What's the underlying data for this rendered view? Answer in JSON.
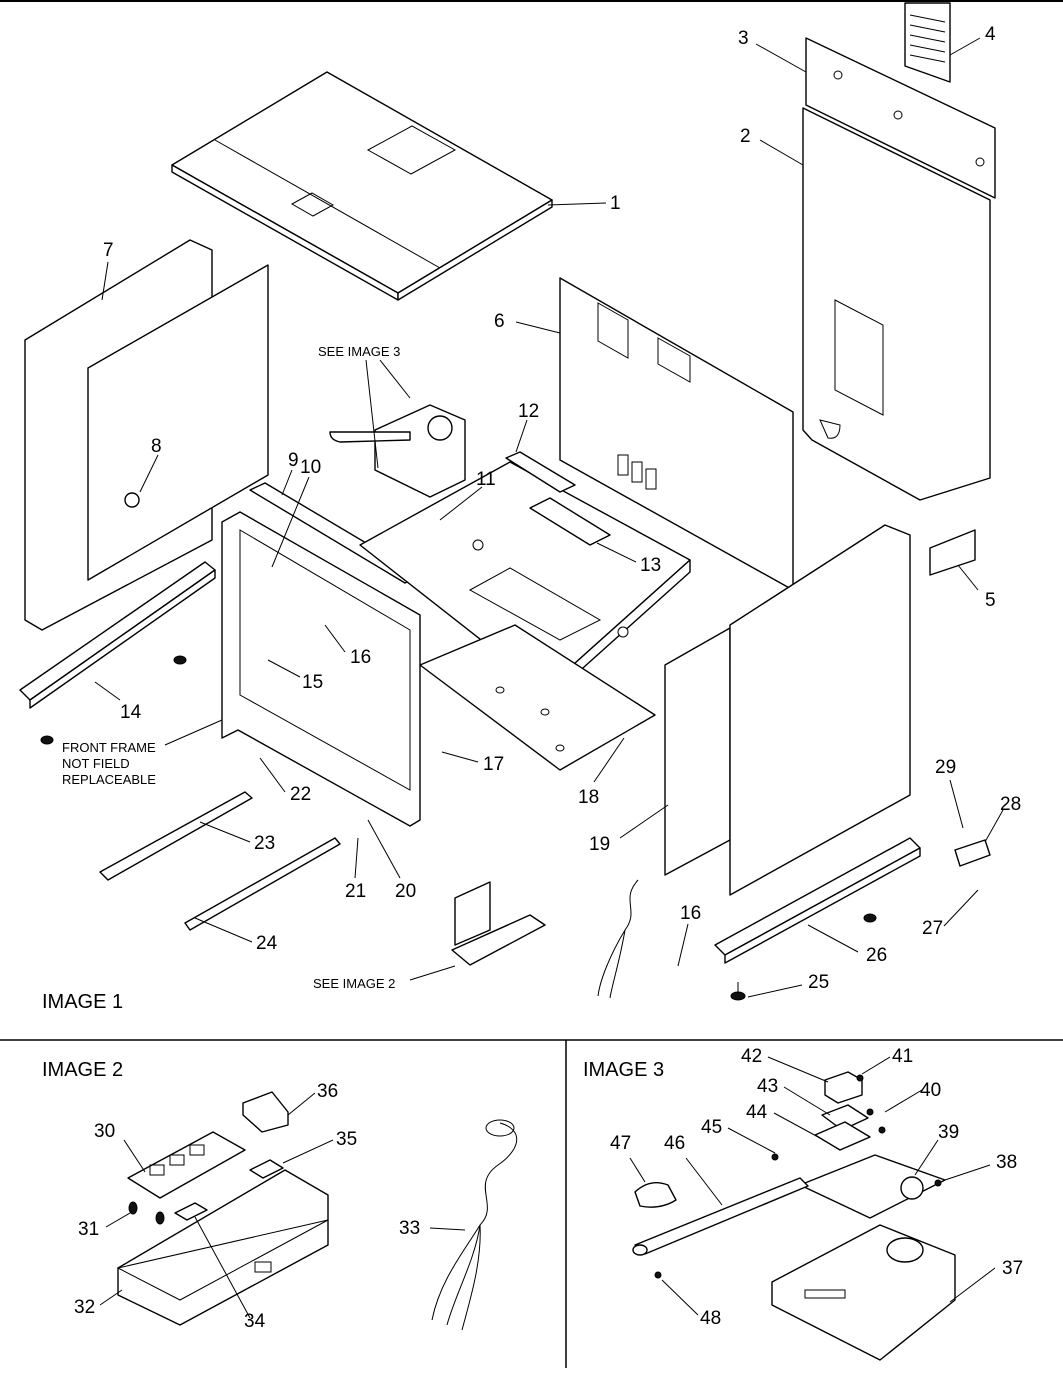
{
  "image_labels": {
    "image1": "IMAGE 1",
    "image2": "IMAGE 2",
    "image3": "IMAGE 3"
  },
  "notes": {
    "see_image_3": "SEE IMAGE 3",
    "see_image_2": "SEE IMAGE 2",
    "front_frame_line1": "FRONT FRAME",
    "front_frame_line2": "NOT FIELD",
    "front_frame_line3": "REPLACEABLE"
  },
  "callouts": {
    "c1": "1",
    "c2": "2",
    "c3": "3",
    "c4": "4",
    "c5": "5",
    "c6": "6",
    "c7": "7",
    "c8": "8",
    "c9": "9",
    "c10": "10",
    "c11": "11",
    "c12": "12",
    "c13": "13",
    "c14": "14",
    "c15": "15",
    "c16a": "16",
    "c16b": "16",
    "c17": "17",
    "c18": "18",
    "c19": "19",
    "c20": "20",
    "c21": "21",
    "c22": "22",
    "c23": "23",
    "c24": "24",
    "c25": "25",
    "c26": "26",
    "c27": "27",
    "c28": "28",
    "c29": "29",
    "c30": "30",
    "c31": "31",
    "c32": "32",
    "c33": "33",
    "c34": "34",
    "c35": "35",
    "c36": "36",
    "c37": "37",
    "c38": "38",
    "c39": "39",
    "c40": "40",
    "c41": "41",
    "c42": "42",
    "c43": "43",
    "c44": "44",
    "c45": "45",
    "c46": "46",
    "c47": "47",
    "c48": "48"
  }
}
